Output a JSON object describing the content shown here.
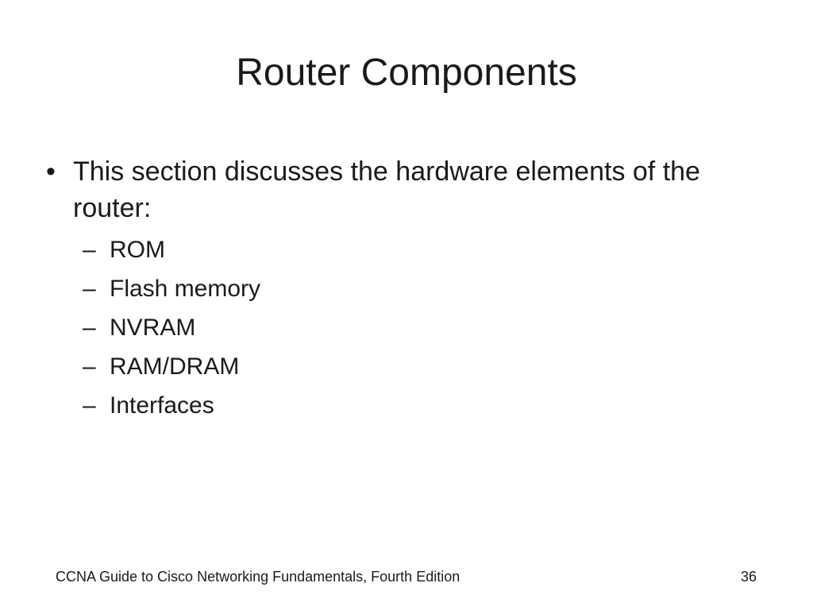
{
  "slide": {
    "title": "Router Components",
    "bullet": {
      "marker": "•",
      "text": "This section discusses the hardware elements of the router:"
    },
    "sub_marker": "–",
    "sub_items": [
      "ROM",
      "Flash memory",
      "NVRAM",
      "RAM/DRAM",
      "Interfaces"
    ]
  },
  "footer": {
    "caption": "CCNA Guide to Cisco Networking Fundamentals, Fourth Edition",
    "page_number": "36"
  }
}
